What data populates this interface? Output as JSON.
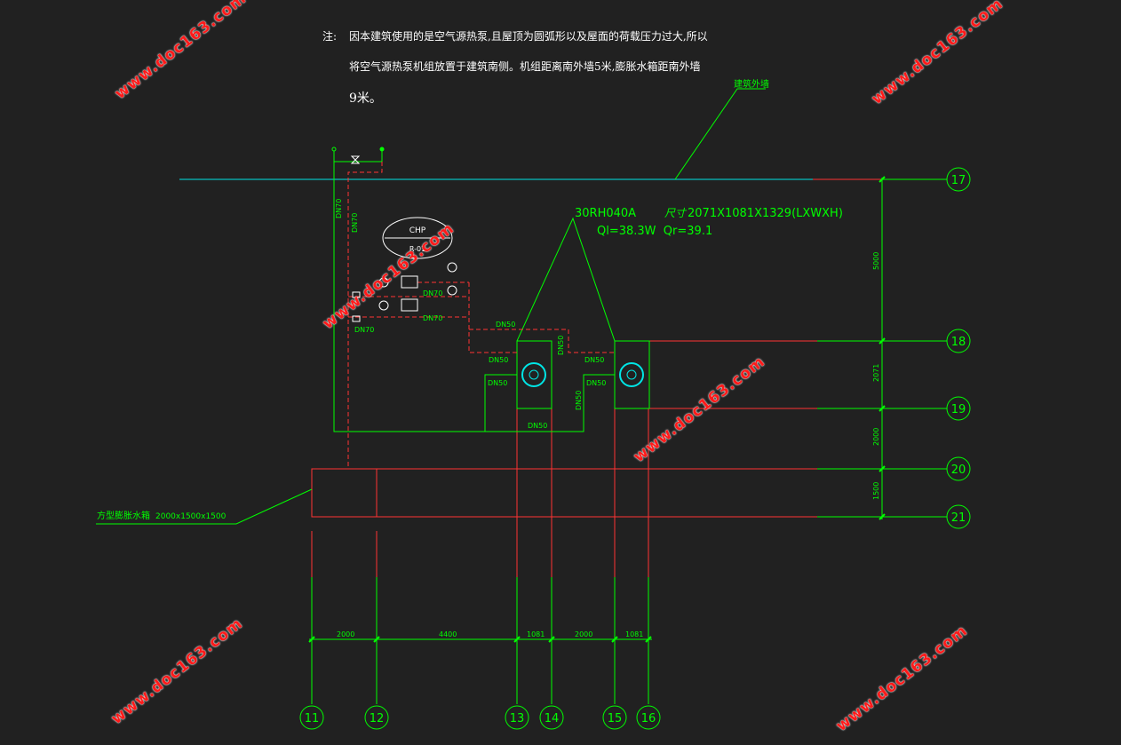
{
  "notes": {
    "label": "注:",
    "line1": "因本建筑使用的是空气源热泵,且屋顶为圆弧形以及屋面的荷载压力过大,所以",
    "line2": "将空气源热泵机组放置于建筑南侧。机组距离南外墙5米,膨胀水箱距南外墙",
    "line3": "9米。"
  },
  "labels": {
    "outer_wall": "建筑外墙",
    "unit_model": "30RH040A",
    "unit_size_label": "尺寸",
    "unit_size": "2071X1081X1329(LXWXH)",
    "unit_capacity": "Ql=38.3W  Qr=39.1",
    "pump_label": "CHP",
    "pump_sub": "R-01",
    "tank_label": "方型膨胀水箱",
    "tank_size": "2000x1500x1500"
  },
  "pipes": [
    "DN70",
    "DN70",
    "DN70",
    "DN70",
    "DN70",
    "DN50",
    "DN50",
    "DN50",
    "DN50",
    "DN50",
    "DN50",
    "DN50",
    "DN50"
  ],
  "axes": {
    "horizontal": [
      "17",
      "18",
      "19",
      "20",
      "21"
    ],
    "vertical": [
      "11",
      "12",
      "13",
      "14",
      "15",
      "16"
    ]
  },
  "dims": {
    "right": [
      "5000",
      "2071",
      "2000",
      "1500"
    ],
    "bottom": [
      "2000",
      "4400",
      "1081",
      "2000",
      "1081"
    ]
  },
  "watermark": "www.doc163.com",
  "colors": {
    "background": "#212121",
    "green": "#00ff00",
    "red": "#ff1a1a",
    "cyan": "#00e5e5",
    "white": "#ffffff"
  }
}
